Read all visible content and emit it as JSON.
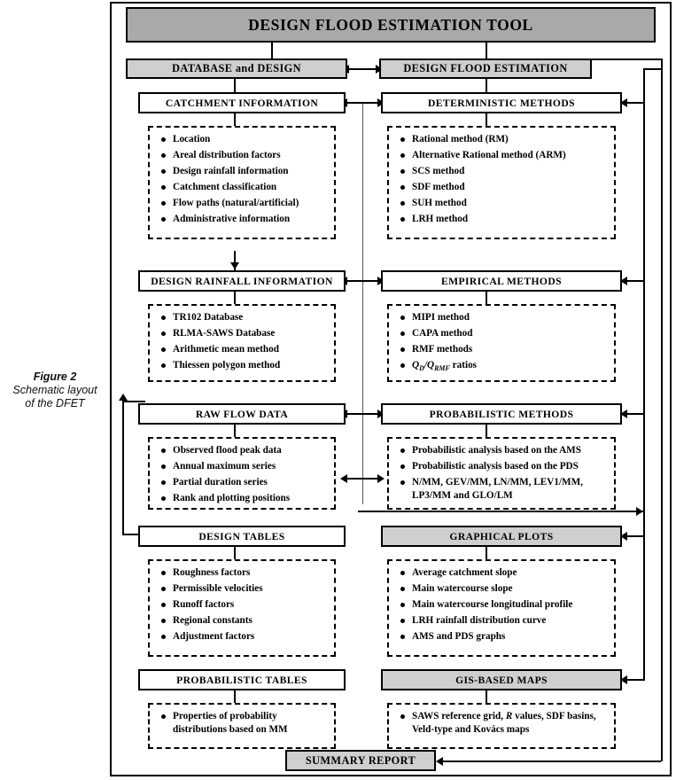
{
  "caption": {
    "figure_number": "Figure 2",
    "line1": "Schematic layout",
    "line2": "of the DFET"
  },
  "colors": {
    "title_fill": "#a9a9a9",
    "shaded_fill": "#cfcfcf",
    "plain_fill": "#ffffff",
    "line": "#000000"
  },
  "title": "DESIGN FLOOD ESTIMATION TOOL",
  "branches": {
    "left": "DATABASE and DESIGN",
    "right": "DESIGN FLOOD ESTIMATION"
  },
  "summary": "SUMMARY REPORT",
  "sections": {
    "catchment_information": {
      "header": "CATCHMENT INFORMATION",
      "items": [
        "Location",
        "Areal distribution factors",
        "Design rainfall information",
        "Catchment classification",
        "Flow paths (natural/artificial)",
        "Administrative information"
      ]
    },
    "deterministic_methods": {
      "header": "DETERMINISTIC METHODS",
      "items": [
        "Rational method (RM)",
        "Alternative Rational method (ARM)",
        "SCS method",
        "SDF method",
        "SUH method",
        "LRH method"
      ]
    },
    "design_rainfall_information": {
      "header": "DESIGN RAINFALL INFORMATION",
      "items": [
        "TR102 Database",
        "RLMA-SAWS Database",
        "Arithmetic mean method",
        "Thiessen polygon method"
      ]
    },
    "empirical_methods": {
      "header": "EMPIRICAL METHODS",
      "items": [
        "MIPI method",
        "CAPA method",
        "RMF methods"
      ],
      "ratio_item": {
        "q1": "Q",
        "q1_sub": "D",
        "separator": "/",
        "q2": "Q",
        "q2_sub": "RMF",
        "suffix": " ratios"
      }
    },
    "raw_flow_data": {
      "header": "RAW FLOW DATA",
      "items": [
        "Observed flood peak data",
        "Annual maximum series",
        "Partial duration series",
        "Rank and plotting positions"
      ]
    },
    "probabilistic_methods": {
      "header": "PROBABILISTIC METHODS",
      "items": [
        "Probabilistic analysis based on the AMS",
        "Probabilistic analysis based on the PDS",
        "N/MM, GEV/MM, LN/MM, LEV1/MM, LP3/MM and GLO/LM"
      ]
    },
    "design_tables": {
      "header": "DESIGN TABLES",
      "items": [
        "Roughness factors",
        "Permissible velocities",
        "Runoff factors",
        "Regional constants",
        "Adjustment factors"
      ]
    },
    "graphical_plots": {
      "header": "GRAPHICAL PLOTS",
      "items": [
        "Average catchment slope",
        "Main watercourse slope",
        "Main watercourse longitudinal profile",
        "LRH rainfall distribution curve",
        "AMS and PDS graphs"
      ]
    },
    "probabilistic_tables": {
      "header": "PROBABILISTIC TABLES",
      "items": [
        "Properties of probability distributions based on MM"
      ]
    },
    "gis_based_maps": {
      "header": "GIS-BASED MAPS",
      "item_prefix": "SAWS reference grid, ",
      "item_italic": "R",
      "item_suffix": " values, SDF basins, Veld-type and Kovács maps"
    }
  }
}
